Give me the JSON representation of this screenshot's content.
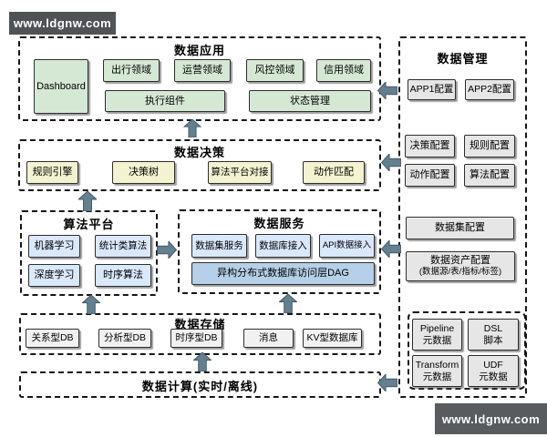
{
  "watermark_top": "www.ldgnw.com",
  "watermark_bottom": "www.ldgnw.com",
  "colors": {
    "box_green": "#d5e8d4",
    "box_yellow": "#f3f3d1",
    "box_blue_light": "#dae8fc",
    "box_blue": "#b5d0e8",
    "box_gray": "#e6e6e6",
    "arrow": "#64808f",
    "badge": "#4f5356"
  },
  "sections": {
    "data_app": {
      "title": "数据应用",
      "dashboard": "Dashboard",
      "domains": [
        "出行领域",
        "运营领域",
        "风控领域",
        "信用领域"
      ],
      "exec": "执行组件",
      "state": "状态管理"
    },
    "data_decision": {
      "title": "数据决策",
      "items": [
        "规则引擎",
        "决策树",
        "算法平台对接",
        "动作匹配"
      ]
    },
    "algo_platform": {
      "title": "算法平台",
      "items": [
        "机器学习",
        "统计类算法",
        "深度学习",
        "时序算法"
      ]
    },
    "data_service": {
      "title": "数据服务",
      "items": [
        "数据集服务",
        "数据库接入",
        "API数据接入"
      ],
      "dag": "异构分布式数据库访问层DAG"
    },
    "data_storage": {
      "title": "数据存储",
      "items": [
        "关系型DB",
        "分析型DB",
        "时序型DB",
        "消息",
        "KV型数据库"
      ]
    },
    "data_compute": {
      "title": "数据计算(实时/离线)"
    },
    "data_mgmt": {
      "title": "数据管理",
      "app_items": [
        "APP1配置",
        "APP2配置"
      ],
      "config_items": [
        "决策配置",
        "规则配置",
        "动作配置",
        "算法配置"
      ],
      "dataset_config": "数据集配置",
      "asset_line1": "数据资产配置",
      "asset_line2": "(数据源/表/指标/标签)",
      "meta_items": [
        {
          "l1": "Pipeline",
          "l2": "元数据"
        },
        {
          "l1": "DSL",
          "l2": "脚本"
        },
        {
          "l1": "Transform",
          "l2": "元数据"
        },
        {
          "l1": "UDF",
          "l2": "元数据"
        }
      ]
    }
  }
}
